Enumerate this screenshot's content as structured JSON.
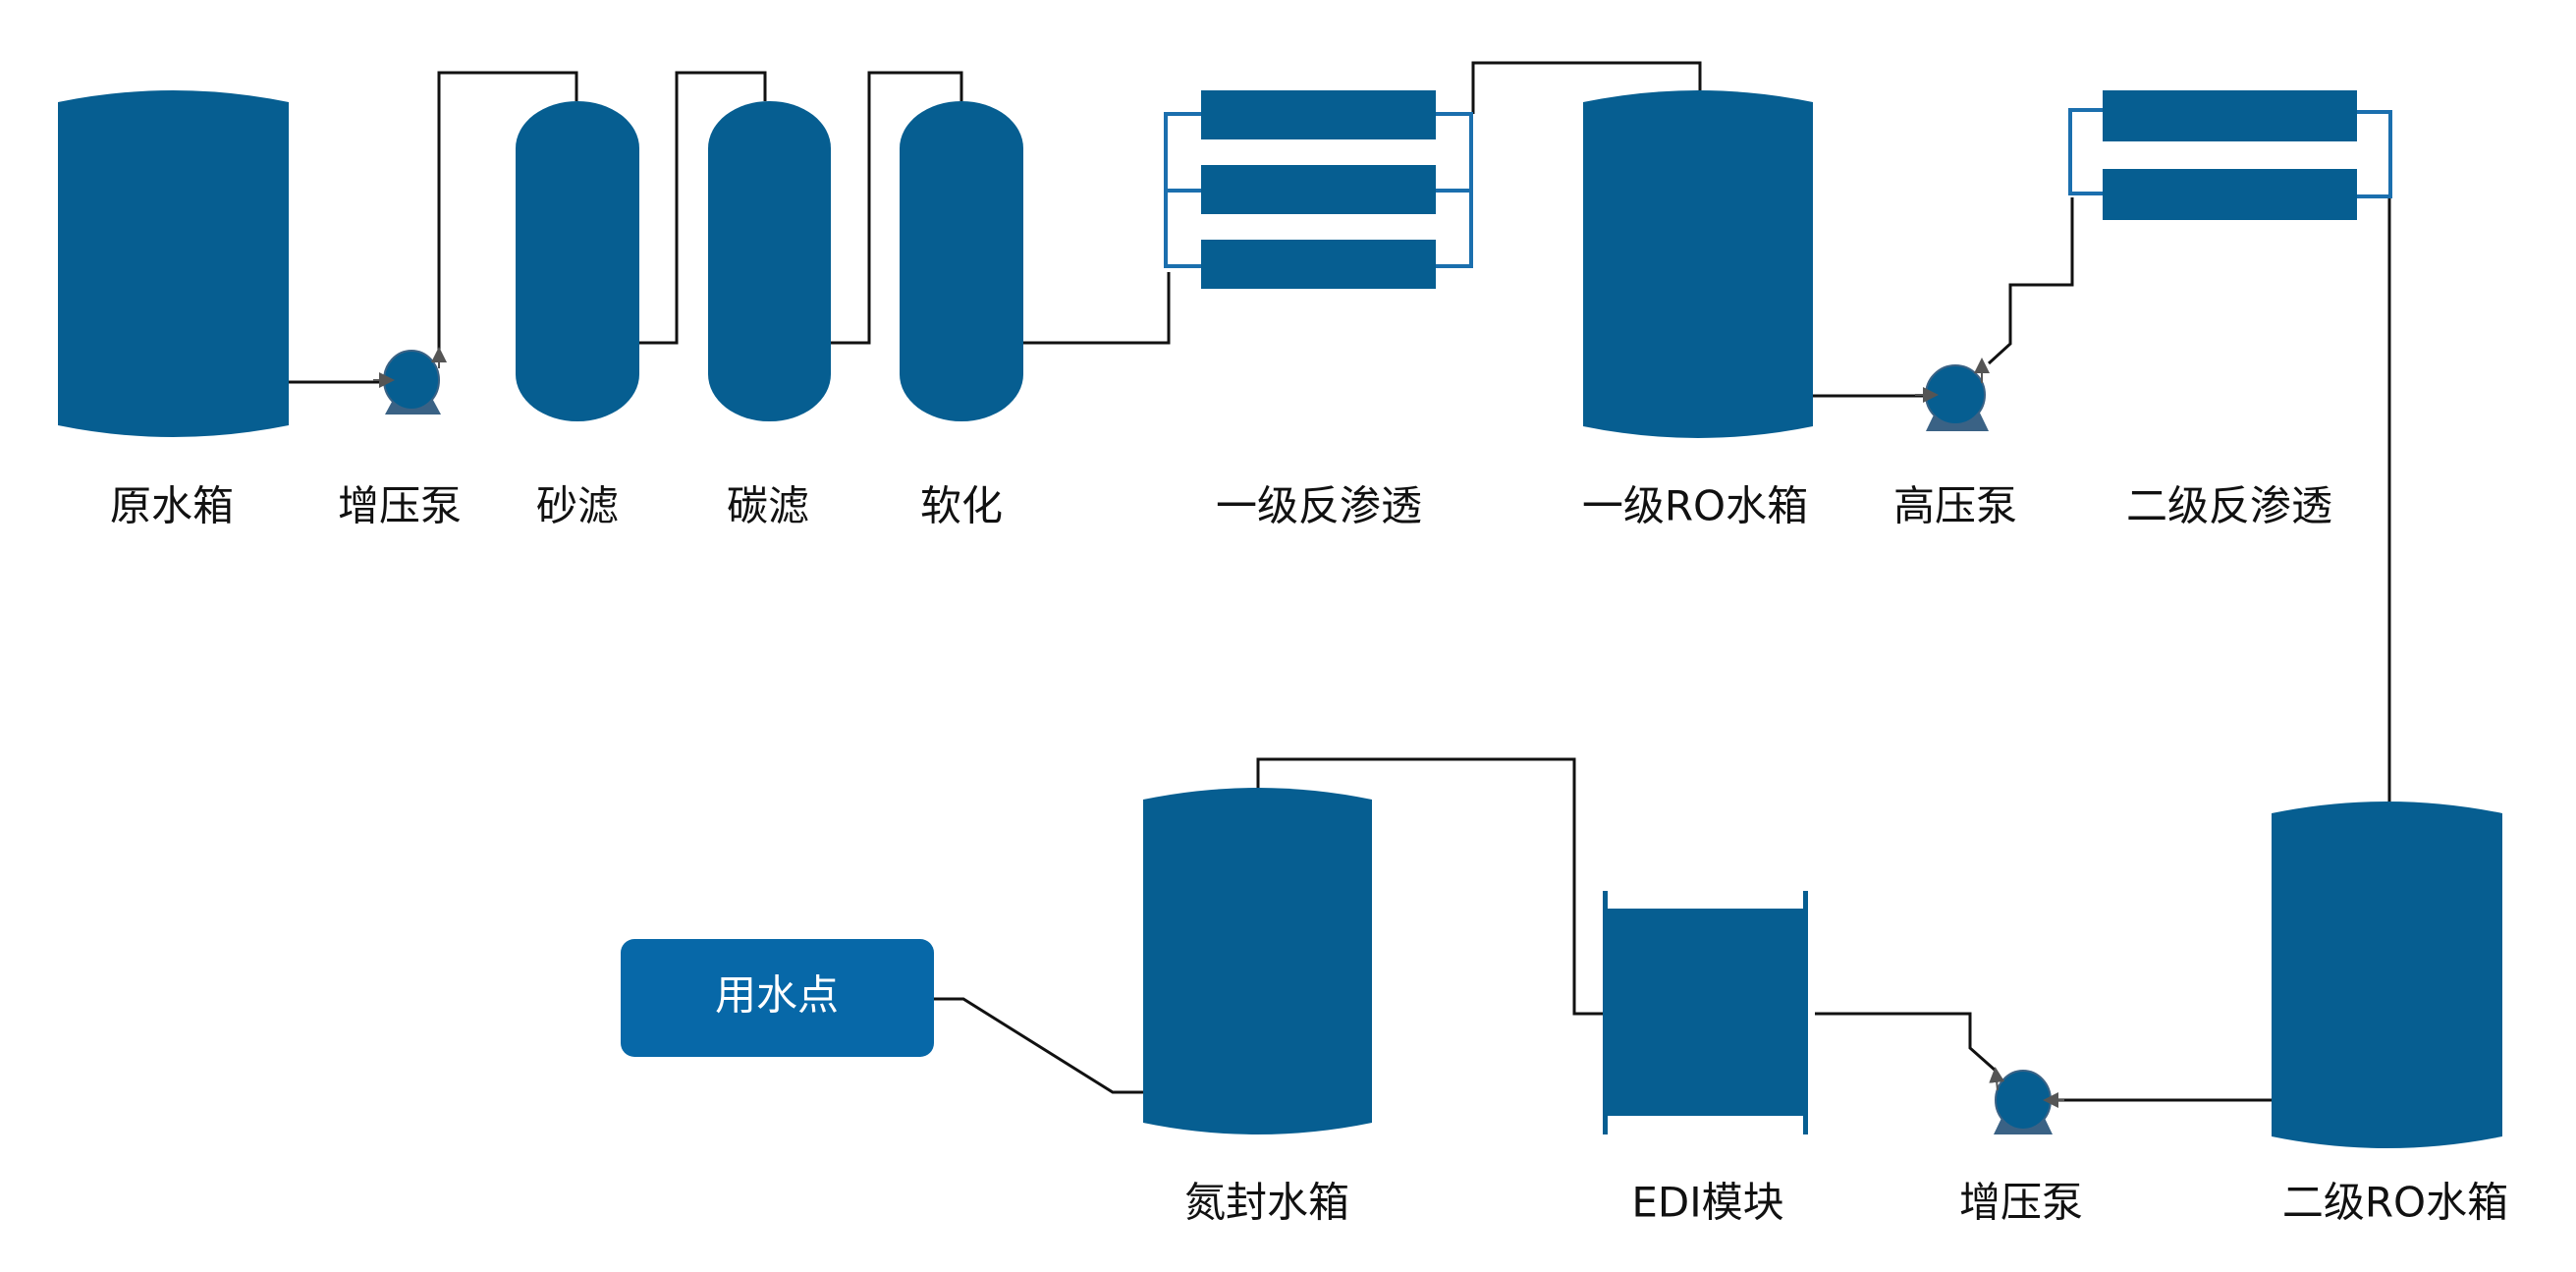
{
  "colors": {
    "equipment": "#065e91",
    "header": "#1b6fae",
    "use_point": "#0768a8",
    "pipe": "#111111",
    "pump_base": "#3a6285"
  },
  "labels": {
    "raw_tank": "原水箱",
    "booster_pump_1": "增压泵",
    "sand_filter": "砂滤",
    "carbon_filter": "碳滤",
    "softener": "软化",
    "ro_stage1": "一级反渗透",
    "ro_tank1": "一级RO水箱",
    "high_pressure_pump": "高压泵",
    "ro_stage2": "二级反渗透",
    "ro_tank2": "二级RO水箱",
    "booster_pump_2": "增压泵",
    "edi": "EDI模块",
    "nitrogen_tank": "氮封水箱",
    "use_point": "用水点"
  }
}
